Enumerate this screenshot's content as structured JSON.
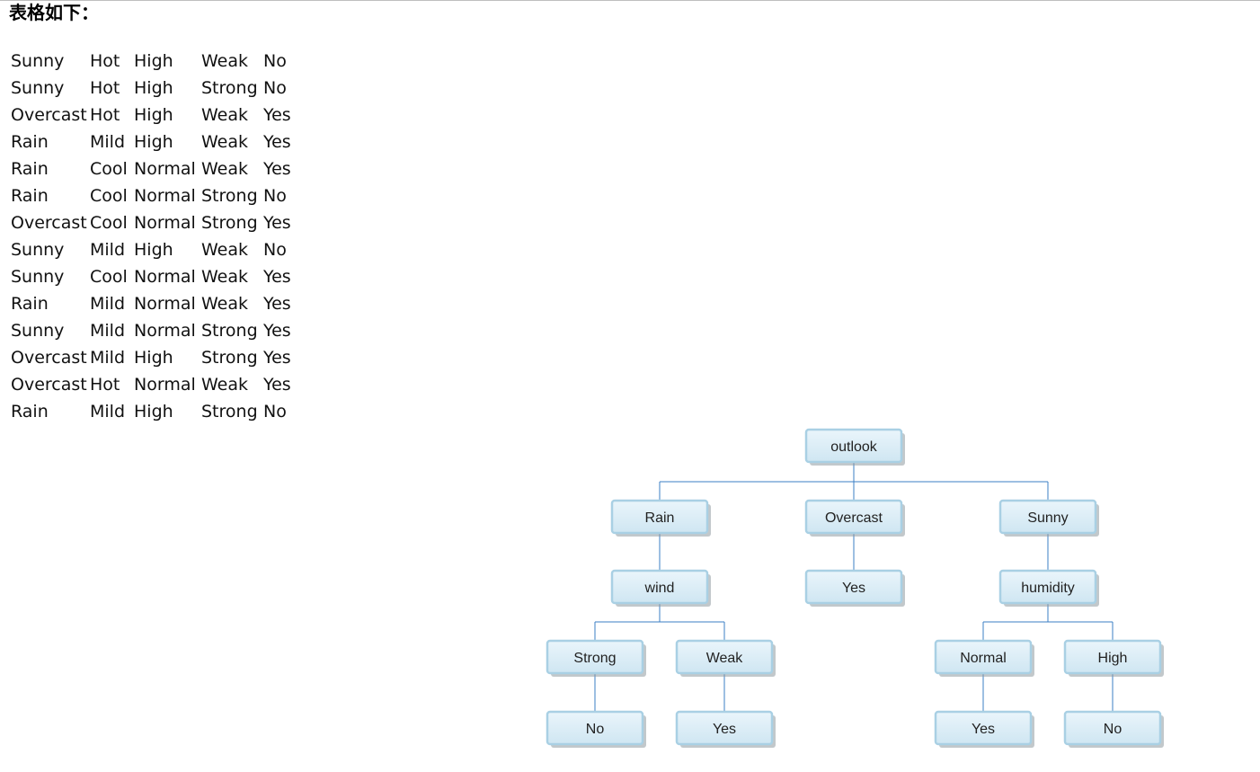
{
  "heading": "表格如下：",
  "table": {
    "rows": [
      [
        "Sunny",
        "Hot",
        "High",
        "Weak",
        "No"
      ],
      [
        "Sunny",
        "Hot",
        "High",
        "Strong",
        "No"
      ],
      [
        "Overcast",
        "Hot",
        "High",
        "Weak",
        "Yes"
      ],
      [
        "Rain",
        "Mild",
        "High",
        "Weak",
        "Yes"
      ],
      [
        "Rain",
        "Cool",
        "Normal",
        "Weak",
        "Yes"
      ],
      [
        "Rain",
        "Cool",
        "Normal",
        "Strong",
        "No"
      ],
      [
        "Overcast",
        "Cool",
        "Normal",
        "Strong",
        "Yes"
      ],
      [
        "Sunny",
        "Mild",
        "High",
        "Weak",
        "No"
      ],
      [
        "Sunny",
        "Cool",
        "Normal",
        "Weak",
        "Yes"
      ],
      [
        "Rain",
        "Mild",
        "Normal",
        "Weak",
        "Yes"
      ],
      [
        "Sunny",
        "Mild",
        "Normal",
        "Strong",
        "Yes"
      ],
      [
        "Overcast",
        "Mild",
        "High",
        "Strong",
        "Yes"
      ],
      [
        "Overcast",
        "Hot",
        "Normal",
        "Weak",
        "Yes"
      ],
      [
        "Rain",
        "Mild",
        "High",
        "Strong",
        "No"
      ]
    ]
  },
  "tree": {
    "root": {
      "label": "outlook",
      "children": [
        {
          "label": "Rain",
          "children": [
            {
              "label": "wind",
              "children": [
                {
                  "label": "Strong",
                  "children": [
                    {
                      "label": "No"
                    }
                  ]
                },
                {
                  "label": "Weak",
                  "children": [
                    {
                      "label": "Yes"
                    }
                  ]
                }
              ]
            }
          ]
        },
        {
          "label": "Overcast",
          "children": [
            {
              "label": "Yes"
            }
          ]
        },
        {
          "label": "Sunny",
          "children": [
            {
              "label": "humidity",
              "children": [
                {
                  "label": "Normal",
                  "children": [
                    {
                      "label": "Yes"
                    }
                  ]
                },
                {
                  "label": "High",
                  "children": [
                    {
                      "label": "No"
                    }
                  ]
                }
              ]
            }
          ]
        }
      ]
    }
  },
  "colors": {
    "node_fill_top": "#eaf5fb",
    "node_fill_bottom": "#cfe6f2",
    "node_border": "#a9d0e4",
    "edge": "#3b7fc4"
  }
}
